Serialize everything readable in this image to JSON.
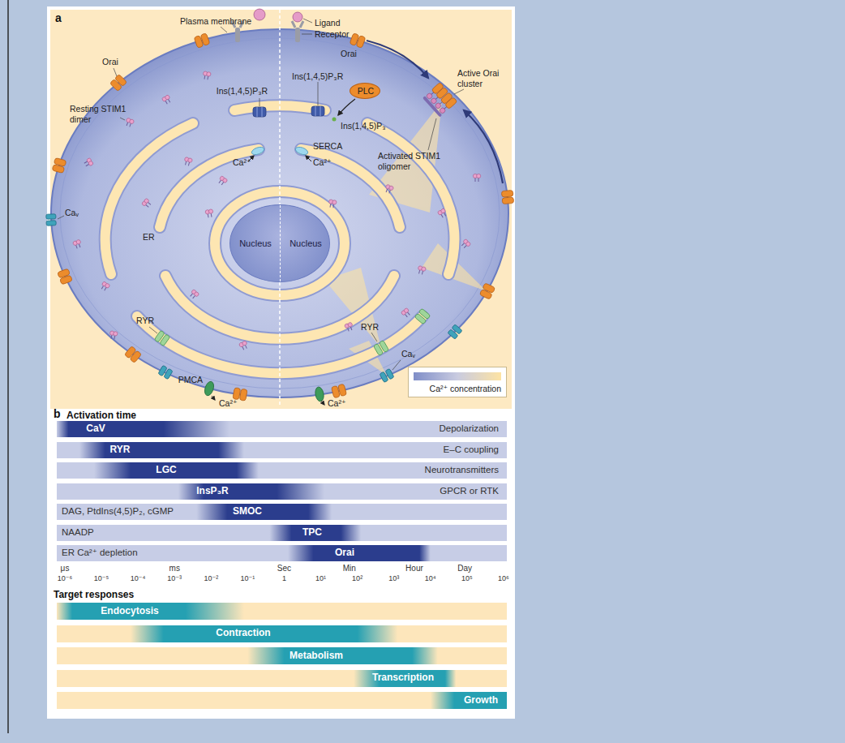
{
  "diagram": {
    "nodes": [
      {
        "text": [
          "PLC"
        ]
      },
      {
        "text": [
          "Nucleus",
          "Nucleus"
        ]
      },
      {
        "text": [
          "CaV",
          "Depolarization"
        ]
      },
      {
        "text": [
          "RYR",
          "E–C coupling"
        ]
      },
      {
        "text": [
          "LGC",
          "Neurotransmitters"
        ]
      },
      {
        "text": [
          "InsP₃R",
          "GPCR or RTK"
        ]
      },
      {
        "text": [
          "DAG, PtdIns(4,5)P₂, cGMP",
          "SMOC"
        ]
      },
      {
        "text": [
          "NAADP",
          "TPC"
        ]
      },
      {
        "text": [
          "ER Ca²⁺ depletion",
          "Orai"
        ]
      },
      {
        "text": [
          "Endocytosis"
        ]
      },
      {
        "text": [
          "Contraction"
        ]
      },
      {
        "text": [
          "Metabolism"
        ]
      },
      {
        "text": [
          "Transcription"
        ]
      },
      {
        "text": [
          "Growth"
        ]
      }
    ],
    "labels": [
      "a",
      "Plasma membrane",
      "Ligand",
      "Receptor",
      "Orai",
      "Orai",
      "Resting STIM1 dimer",
      "Ins(1,4,5)P₃R",
      "Ins(1,4,5)P₃R",
      "Ins(1,4,5)P₃",
      "Active Orai cluster",
      "SERCA",
      "Ca²⁺",
      "Ca²⁺",
      "Activated STIM1 oligomer",
      "Caᵥ",
      "ER",
      "RYR",
      "RYR",
      "Caᵥ",
      "PMCA",
      "Ca²⁺",
      "Ca²⁺",
      "b",
      "Activation time",
      "μs",
      "ms",
      "Sec",
      "Min",
      "Hour",
      "Day",
      "10⁻⁶",
      "10⁻⁵",
      "10⁻⁴",
      "10⁻³",
      "10⁻²",
      "10⁻¹",
      "1",
      "10¹",
      "10²",
      "10³",
      "10⁴",
      "10⁵",
      "10⁶",
      "Target responses"
    ],
    "legend": [
      {
        "text": "Ca²⁺ concentration"
      }
    ]
  }
}
